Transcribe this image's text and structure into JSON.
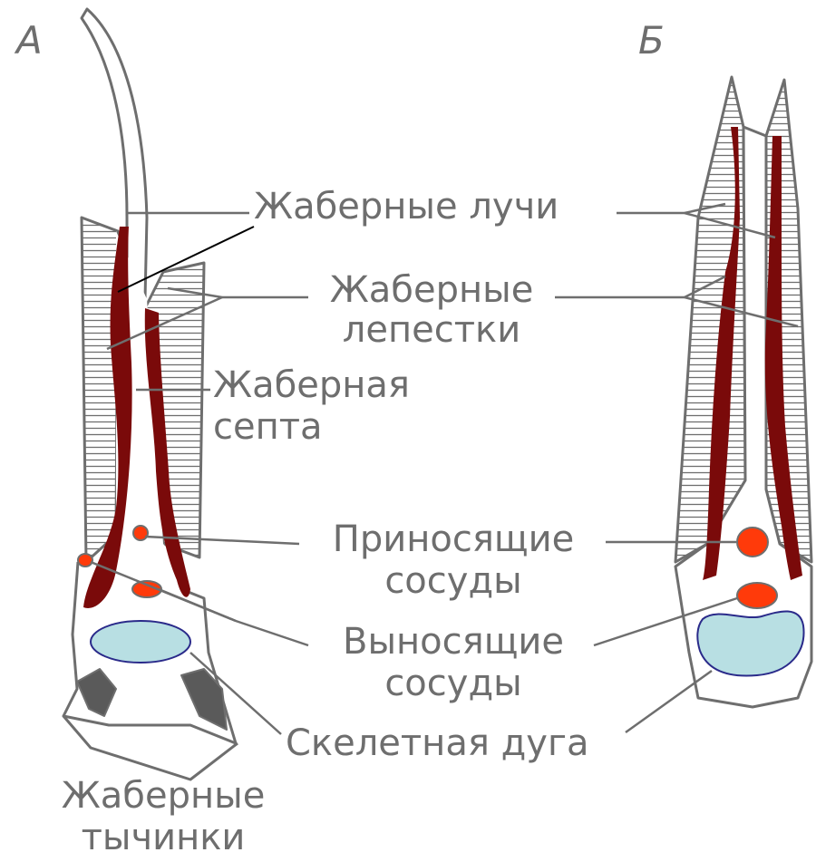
{
  "panels": {
    "a": "А",
    "b": "Б"
  },
  "labels": {
    "gill_rays": "Жаберные лучи",
    "gill_filaments": [
      "Жаберные",
      "лепестки"
    ],
    "gill_septum": [
      "Жаберная",
      "септа"
    ],
    "afferent_vessels": [
      "Приносящие",
      "сосуды"
    ],
    "efferent_vessels": [
      "Выносящие",
      "сосуды"
    ],
    "skeletal_arch": "Скелетная дуга",
    "gill_rakers": [
      "Жаберные",
      "тычинки"
    ]
  },
  "colors": {
    "outline": "#6e6e6e",
    "ray": "#7a0a0a",
    "afferent_vessel": "#ff3a0a",
    "cartilage": "#b8dfe3",
    "raker_fill": "#5a5a5a",
    "background": "#ffffff"
  }
}
